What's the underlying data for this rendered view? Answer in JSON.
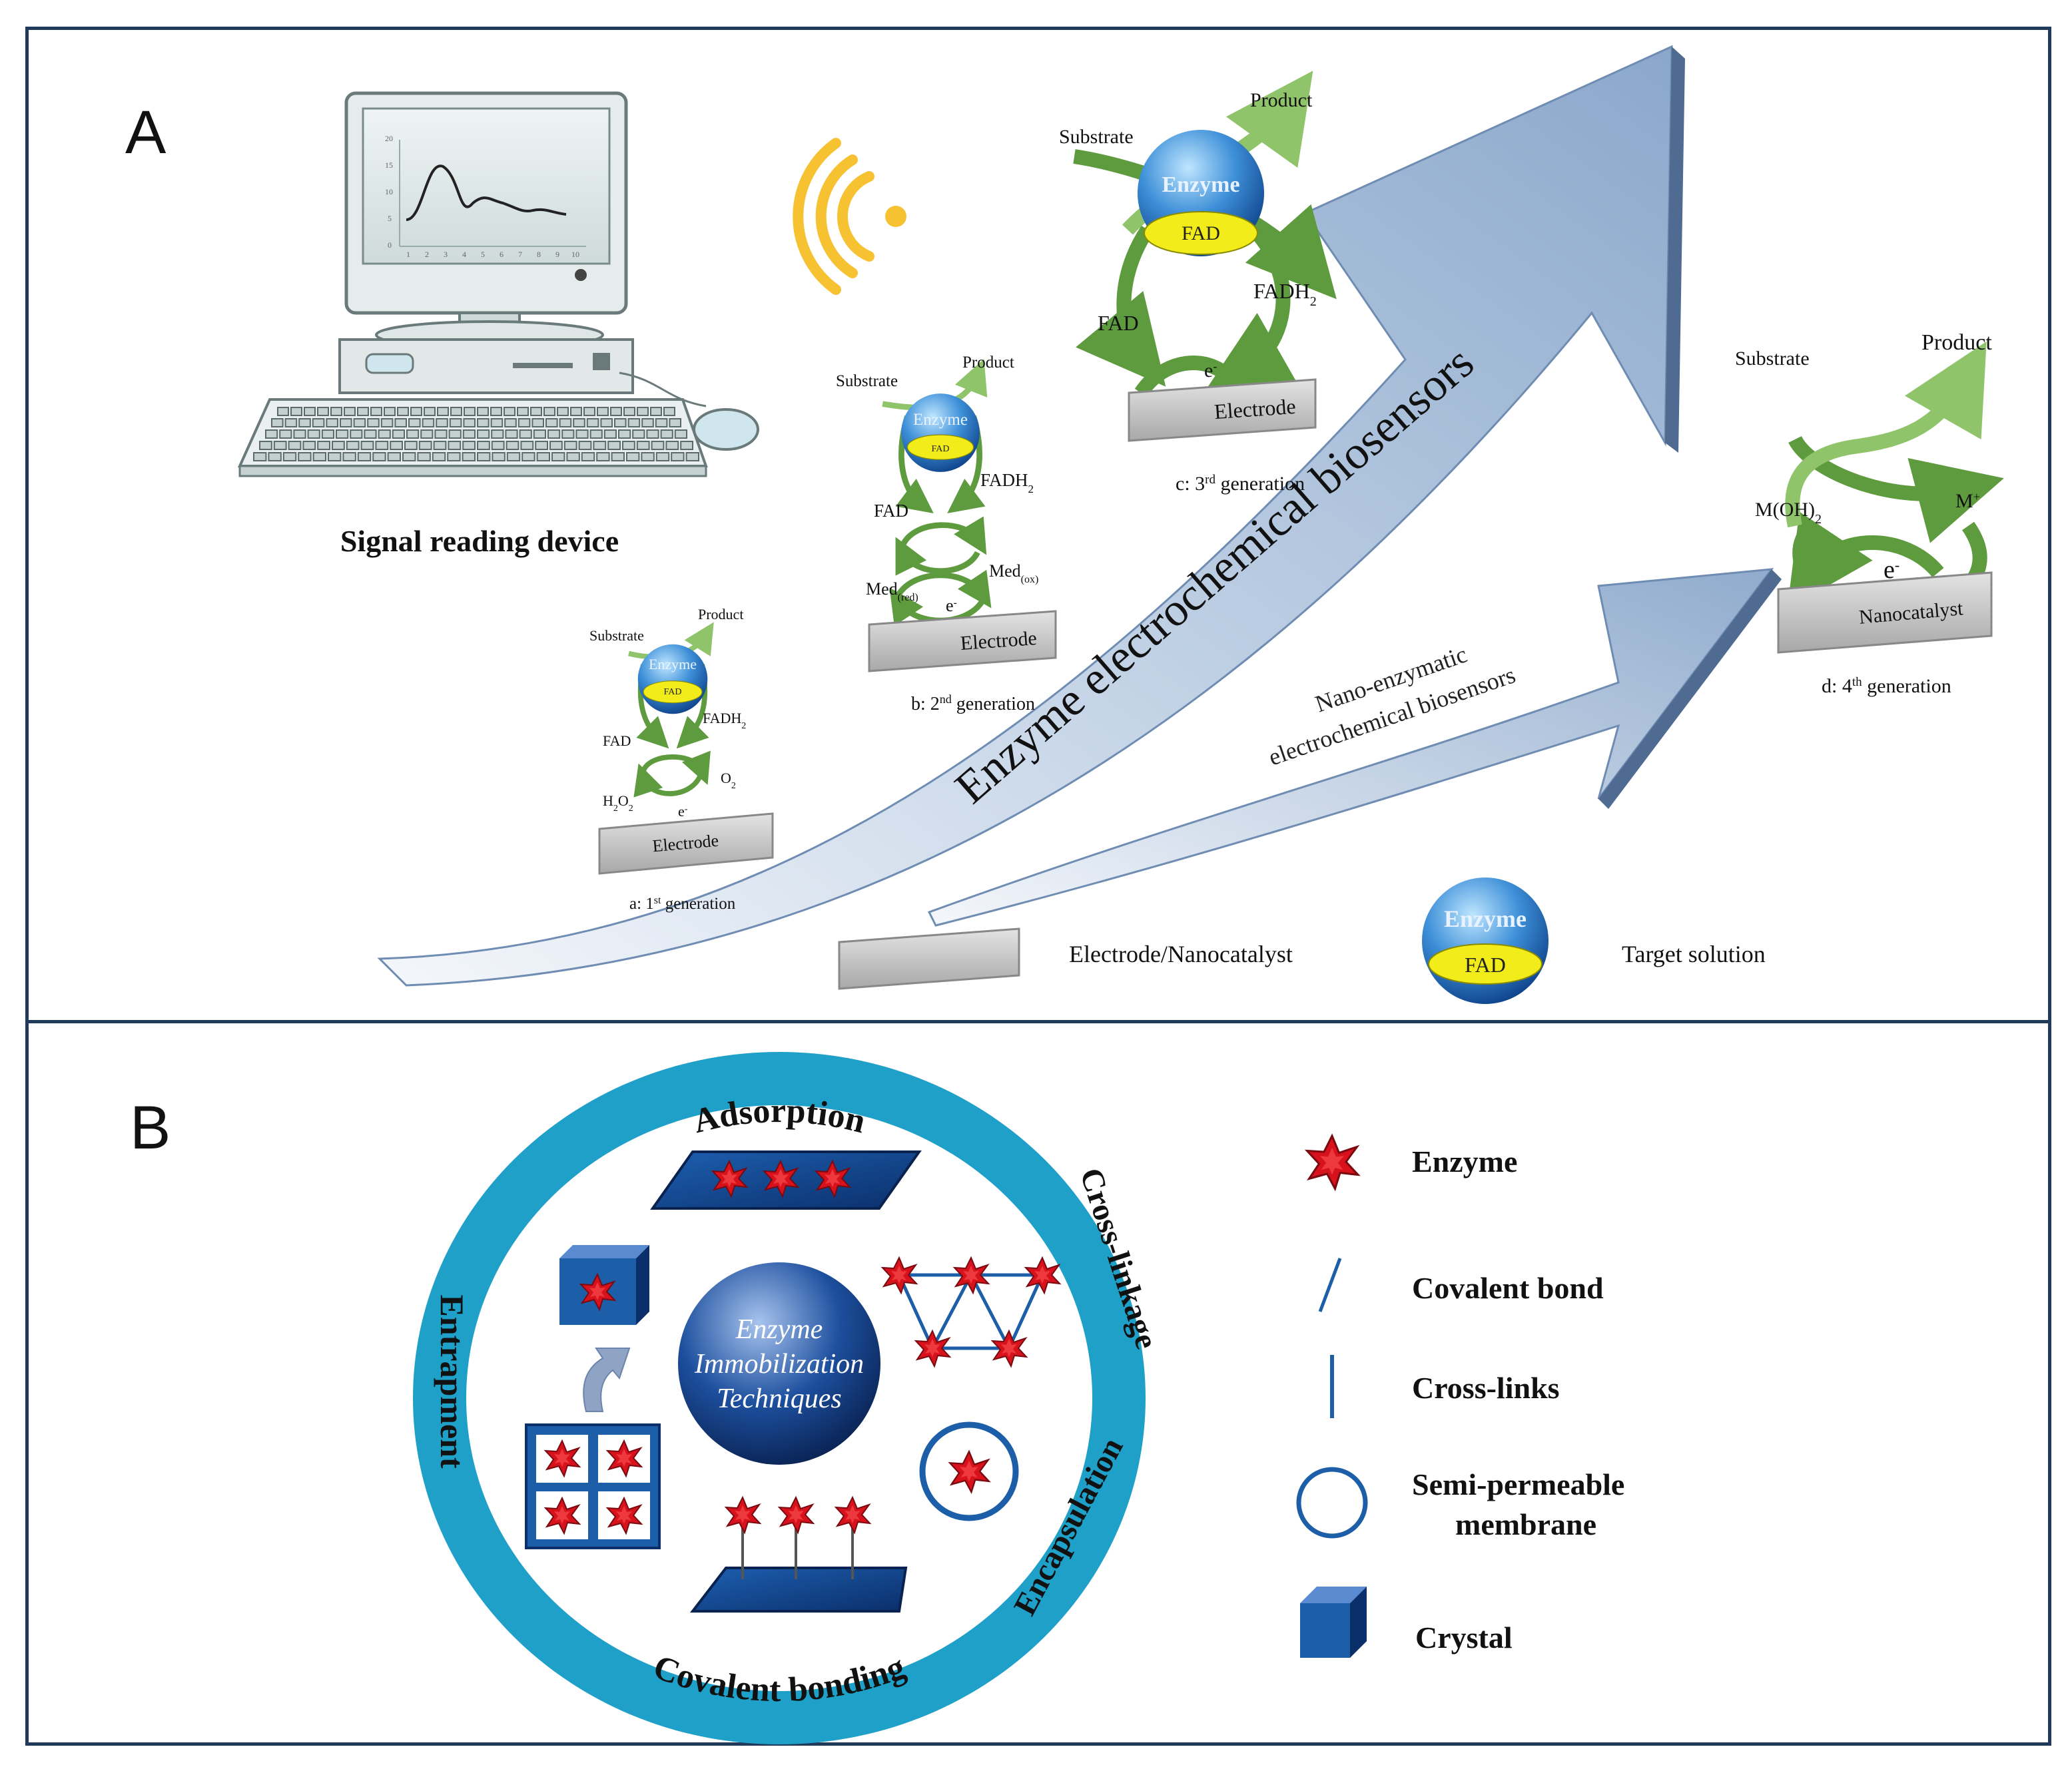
{
  "panelA": {
    "letter": "A",
    "device_label": "Signal reading device",
    "screen_ticks_y": [
      "20",
      "15",
      "10",
      "5",
      "0"
    ],
    "screen_ticks_x": [
      "1",
      "2",
      "3",
      "4",
      "5",
      "6",
      "7",
      "8",
      "9",
      "10"
    ],
    "main_arrow_label": "Enzyme electrochemical biosensors",
    "nano_arrow_label_line1": "Nano-enzymatic",
    "nano_arrow_label_line2": "electrochemical biosensors",
    "gen1": {
      "substrate": "Substrate",
      "product": "Product",
      "enzyme": "Enzyme",
      "fad_core": "FAD",
      "fadh2": "FADH",
      "fad": "FAD",
      "left_low": "H",
      "right_low": "O",
      "electron": "e",
      "electrode": "Electrode",
      "caption_prefix": "a: 1",
      "caption_sup": "st",
      "caption_suffix": " generation"
    },
    "gen2": {
      "substrate": "Substrate",
      "product": "Product",
      "enzyme": "Enzyme",
      "fad_core": "FAD",
      "fadh2": "FADH",
      "fad": "FAD",
      "med_red": "Med",
      "med_red_sub": "(red)",
      "med_ox": "Med",
      "med_ox_sub": "(ox)",
      "electron": "e",
      "electrode": "Electrode",
      "caption_prefix": "b: 2",
      "caption_sup": "nd",
      "caption_suffix": " generation"
    },
    "gen3": {
      "substrate": "Substrate",
      "product": "Product",
      "enzyme": "Enzyme",
      "fad_core": "FAD",
      "fadh2": "FADH",
      "fad": "FAD",
      "electron": "e",
      "electrode": "Electrode",
      "caption_prefix": "c: 3",
      "caption_sup": "rd",
      "caption_suffix": " generation"
    },
    "gen4": {
      "substrate": "Substrate",
      "product": "Product",
      "left": "M(OH)",
      "right": "M",
      "electron": "e",
      "nanocatalyst": "Nanocatalyst",
      "caption_prefix": "d: 4",
      "caption_sup": "th",
      "caption_suffix": " generation"
    },
    "legend": {
      "electrode_label": "Electrode/Nanocatalyst",
      "enzyme": "Enzyme",
      "fad": "FAD",
      "target_label": "Target solution"
    }
  },
  "panelB": {
    "letter": "B",
    "center_line1": "Enzyme",
    "center_line2": "Immobilization",
    "center_line3": "Techniques",
    "ring_labels": {
      "top": "Adsorption",
      "right_top": "Cross-linkage",
      "right_bottom": "Encapsulation",
      "bottom": "Covalent bonding",
      "left": "Entrapment"
    },
    "legend": [
      {
        "label": "Enzyme"
      },
      {
        "label": "Covalent bond"
      },
      {
        "label": "Cross-links"
      },
      {
        "label": "Semi-permeable",
        "label2": "membrane"
      },
      {
        "label": "Crystal"
      }
    ]
  },
  "colors": {
    "border": "#1f3a5a",
    "arrow": "#9eb6d4",
    "green": "#5e9a3e",
    "light_green": "#8fc46a",
    "enzyme_blue": "#2a78c2",
    "fad_yellow": "#f1ec1a",
    "ring": "#1ea0c8",
    "wifi": "#f6c232",
    "star_red": "#d8121c",
    "deep_blue": "#1c5ea8"
  }
}
